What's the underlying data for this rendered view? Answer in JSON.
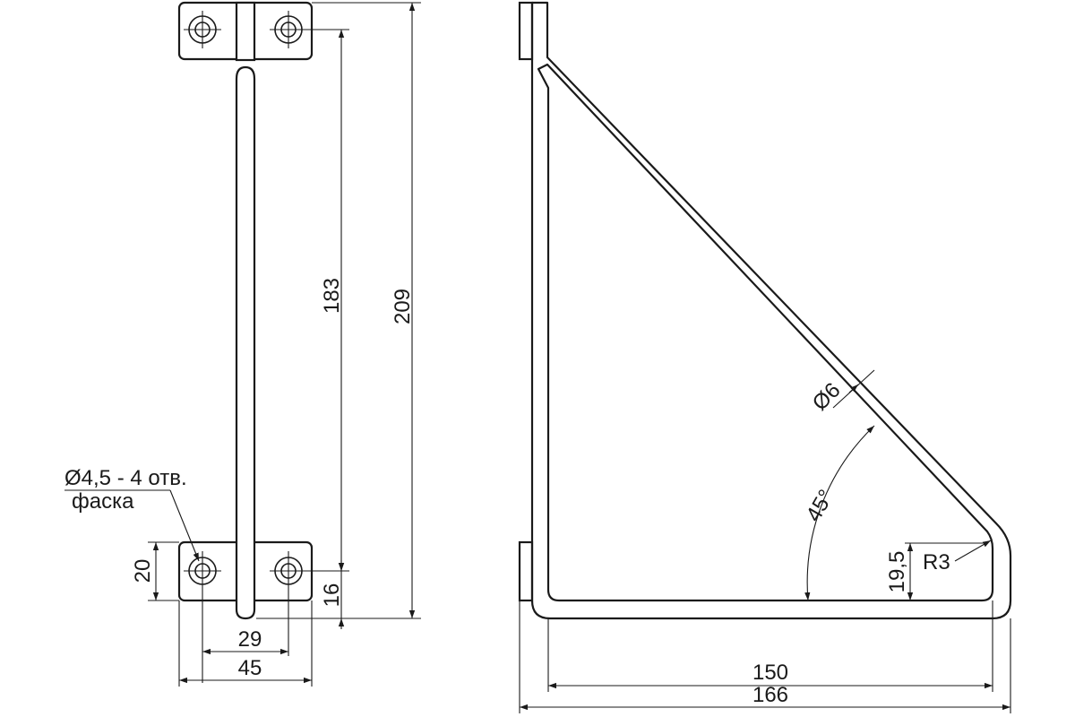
{
  "front_view": {
    "dim_vertical_inner": "183",
    "dim_vertical_total": "209",
    "dim_plate_height": "20",
    "dim_bottom_offset": "16",
    "dim_hole_spacing": "29",
    "dim_plate_width": "45",
    "hole_note_line1": "Ø4,5 - 4 отв.",
    "hole_note_line2": "фаска"
  },
  "side_view": {
    "dim_rod_diameter": "Ø6",
    "dim_angle": "45°",
    "dim_bend_height": "19,5",
    "dim_bend_radius": "R3",
    "dim_inner_length": "150",
    "dim_total_length": "166"
  }
}
